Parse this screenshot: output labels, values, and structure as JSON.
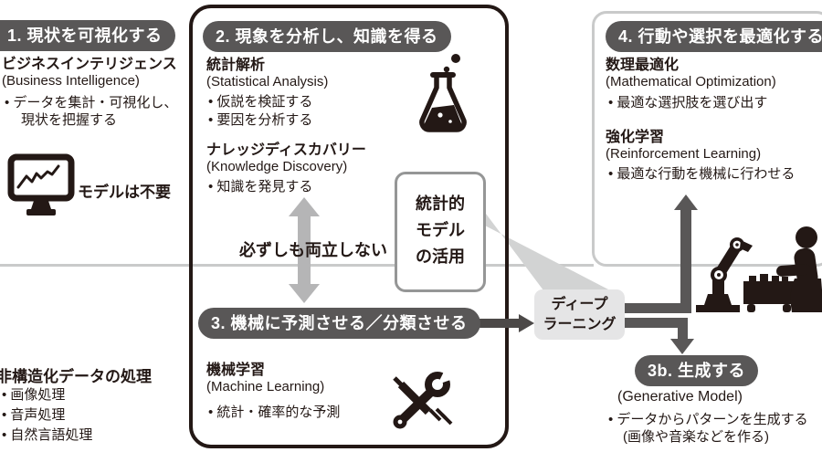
{
  "colors": {
    "badge_bg": "#595757",
    "badge_text": "#ffffff",
    "ink_black": "#231815",
    "frame_gray": "#c9caca",
    "soft_arrow_gray": "#b5b5b6",
    "wedge_gray": "#d2d3d3",
    "dl_box_bg": "#e5e5e6",
    "dark_arrow": "#595757"
  },
  "left": {
    "badge": "1. 現状を可視化する",
    "bi_title": "ビジネスインテリジェンス",
    "bi_en": "(Business Intelligence)",
    "bi_point_line1": "• データを集計・可視化し、",
    "bi_point_line2": "現状を把握する",
    "model_note": "モデルは不要",
    "unstructured_title": "非構造化データの処理",
    "unstructured_items": [
      "• 画像処理",
      "• 音声処理",
      "• 自然言語処理"
    ]
  },
  "center": {
    "badge_analyze": "2. 現象を分析し、知識を得る",
    "stat_title": "統計解析",
    "stat_en": "(Statistical Analysis)",
    "stat_points": [
      "• 仮説を検証する",
      "• 要因を分析する"
    ],
    "kd_title": "ナレッジディスカバリー",
    "kd_en": "(Knowledge Discovery)",
    "kd_points": [
      "• 知識を発見する"
    ],
    "tension_label": "必ずしも両立しない",
    "badge_predict": "3. 機械に予測させる／分類させる",
    "ml_title": "機械学習",
    "ml_en": "(Machine Learning)",
    "ml_points": [
      "• 統計・確率的な予測"
    ]
  },
  "connector": {
    "stat_model_box_lines": [
      "統計的",
      "モデル",
      "の活用"
    ],
    "deep_learning_box_lines": [
      "ディープ",
      "ラーニング"
    ]
  },
  "right": {
    "badge_optimize": "4. 行動や選択を最適化する",
    "opt_title": "数理最適化",
    "opt_en": "(Mathematical Optimization)",
    "opt_points": [
      "• 最適な選択肢を選び出す"
    ],
    "rl_title": "強化学習",
    "rl_en": "(Reinforcement Learning)",
    "rl_points": [
      "• 最適な行動を機械に行わせる"
    ],
    "badge_generate": "3b. 生成する",
    "gen_en": "(Generative Model)",
    "gen_point_line1": "• データからパターンを生成する",
    "gen_point_line2": "(画像や音楽などを作る)"
  },
  "icons": {
    "monitor_chart": "monitor-with-line-chart",
    "flask": "erlenmeyer-flask-with-bubbles",
    "tools": "crossed-wrench-and-screwdriver",
    "robot_scene": "robot-arm-table-and-person",
    "double_arrow": "vertical-two-headed-arrow",
    "wedge": "callout-wedge"
  }
}
